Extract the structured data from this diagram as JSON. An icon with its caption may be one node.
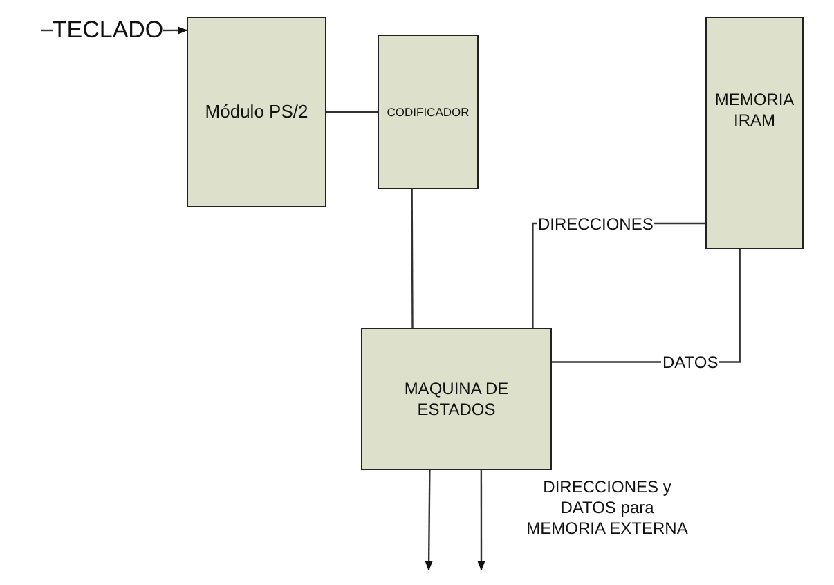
{
  "diagram": {
    "nodes": [
      {
        "text": [
          "TECLADO"
        ]
      },
      {
        "text": [
          "Módulo PS/2"
        ]
      },
      {
        "text": [
          "CODIFICADOR"
        ]
      },
      {
        "text": [
          "MEMORIA IRAM"
        ]
      },
      {
        "text": [
          "MAQUINA DE ESTADOS"
        ]
      }
    ],
    "edges": [
      {
        "from": null,
        "to": 0,
        "arrow": "none"
      },
      {
        "from": 0,
        "to": 1,
        "arrow": "to"
      },
      {
        "from": 1,
        "to": 2,
        "arrow": "none"
      },
      {
        "from": 2,
        "to": 4,
        "arrow": "none"
      },
      {
        "from": 4,
        "to": 3,
        "arrow": "none",
        "label": "DIRECCIONES"
      },
      {
        "from": 4,
        "to": 3,
        "arrow": "none",
        "label": "DATOS"
      },
      {
        "from": 4,
        "to": null,
        "arrow": "to"
      },
      {
        "from": 4,
        "to": null,
        "arrow": "to"
      }
    ],
    "labels": [
      "DIRECCIONES y DATOS para MEMORIA EXTERNA"
    ]
  }
}
